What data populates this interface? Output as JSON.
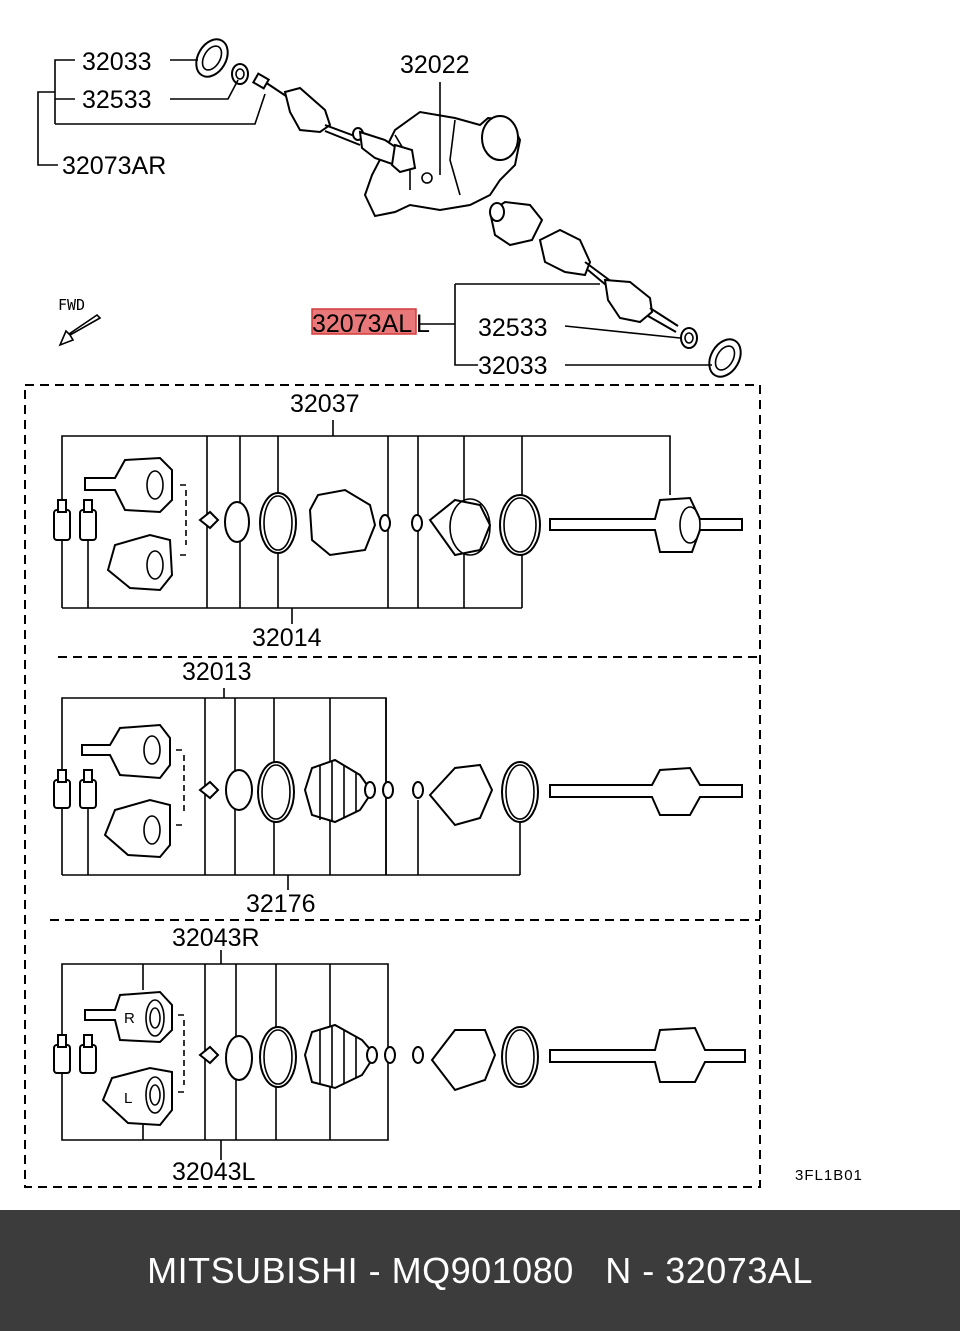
{
  "labels": {
    "top_seal": "32033",
    "top_ring": "32533",
    "top_assy_r": "32073AR",
    "diff": "32022",
    "assy_l": "32073AL",
    "mid_ring": "32533",
    "mid_seal": "32033",
    "kit1_top": "32037",
    "kit1_bottom": "32014",
    "kit2_top": "32013",
    "kit2_bottom": "32176",
    "kit3_top": "32043R",
    "kit3_bottom": "32043L",
    "marker_r": "R",
    "marker_l": "L",
    "fwd": "FWD",
    "diagram_code": "3FL1B01"
  },
  "highlight": {
    "part": "32073AL",
    "color": "#e8787a"
  },
  "footer": {
    "text": "MITSUBISHI - MQ901080   N - 32073AL"
  }
}
